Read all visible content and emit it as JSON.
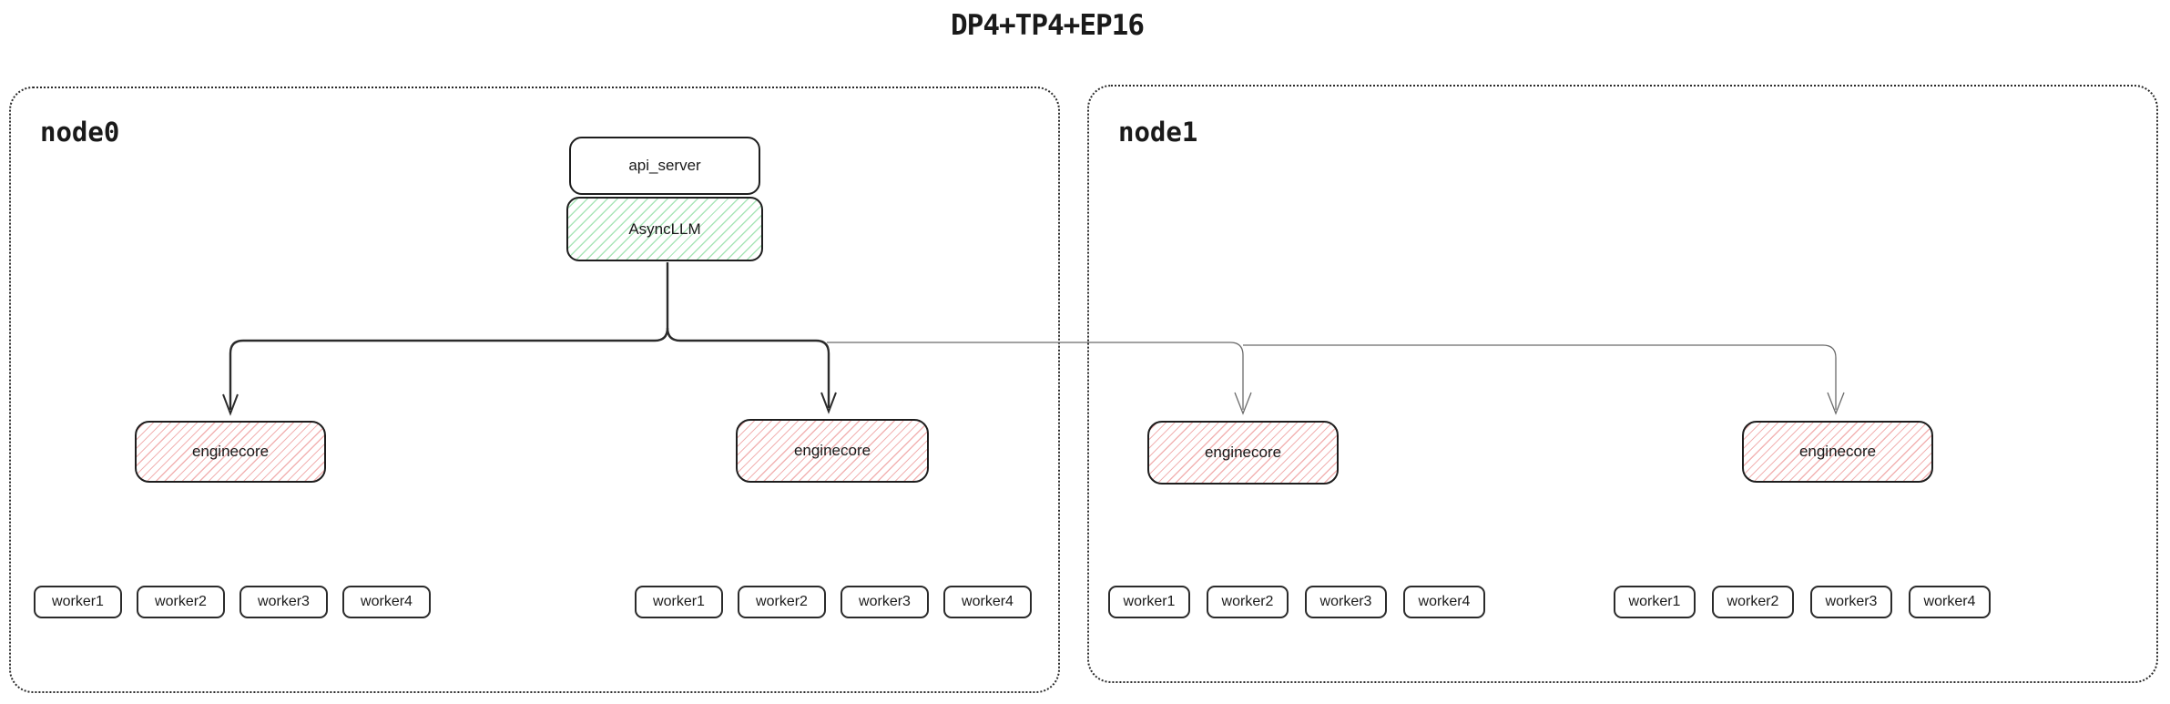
{
  "title": "DP4+TP4+EP16",
  "colors": {
    "background": "#ffffff",
    "text": "#1a1a1a",
    "box_border": "#1e1e1e",
    "container_border": "#2b2b2b",
    "green_hatch": "#a9e5b8",
    "red_hatch": "#f2b3b3",
    "thick_line": "#2b2b2b",
    "thin_line": "#6a6a6a"
  },
  "nodes": [
    {
      "label": "node0",
      "api_server_label": "api_server",
      "asyncllm_label": "AsyncLLM",
      "enginecores": [
        {
          "label": "enginecore",
          "workers": [
            "worker1",
            "worker2",
            "worker3",
            "worker4"
          ]
        },
        {
          "label": "enginecore",
          "workers": [
            "worker1",
            "worker2",
            "worker3",
            "worker4"
          ]
        }
      ]
    },
    {
      "label": "node1",
      "enginecores": [
        {
          "label": "enginecore",
          "workers": [
            "worker1",
            "worker2",
            "worker3",
            "worker4"
          ]
        },
        {
          "label": "enginecore",
          "workers": [
            "worker1",
            "worker2",
            "worker3",
            "worker4"
          ]
        }
      ]
    }
  ]
}
